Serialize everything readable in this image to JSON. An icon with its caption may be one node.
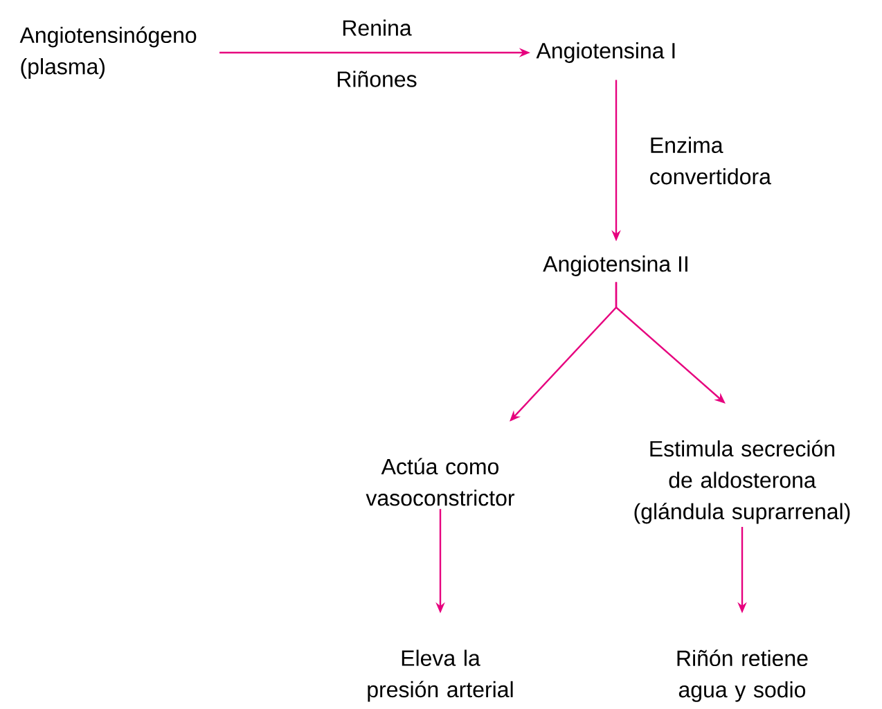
{
  "diagram": {
    "nodes": [
      {
        "text": [
          "Angiotensinógeno (plasma)"
        ]
      },
      {
        "text": [
          "Angiotensina I"
        ]
      },
      {
        "text": [
          "Angiotensina II"
        ]
      },
      {
        "text": [
          "Actúa como vasoconstrictor"
        ]
      },
      {
        "text": [
          "Estimula secreción de aldosterona (glándula suprarrenal)"
        ]
      },
      {
        "text": [
          "Eleva la presión arterial"
        ]
      },
      {
        "text": [
          "Riñón retiene agua y sodio"
        ]
      }
    ],
    "edges": [
      {
        "from": 0,
        "to": 1,
        "arrow": "to",
        "label": "Renina"
      },
      {
        "from": 1,
        "to": 2,
        "arrow": "to",
        "label": "Enzima convertidora"
      },
      {
        "from": 2,
        "to": 3,
        "arrow": "to"
      },
      {
        "from": 2,
        "to": 4,
        "arrow": "to"
      },
      {
        "from": 3,
        "to": 5,
        "arrow": "to"
      },
      {
        "from": 4,
        "to": 6,
        "arrow": "to"
      }
    ],
    "labels": [
      "Riñones"
    ]
  }
}
